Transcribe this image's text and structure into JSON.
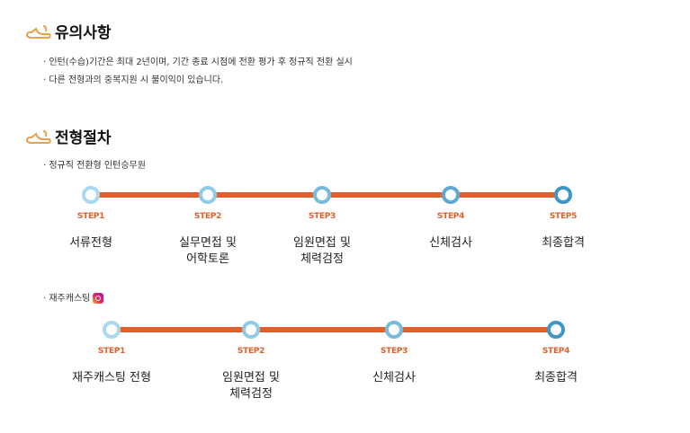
{
  "notice": {
    "title": "유의사항",
    "items": [
      "인턴(수습)기간은 최대 2년이며, 기간 종료 시점에 전환 평가 후 정규직 전환 실시",
      "다른 전형과의 중복지원 시 불이익이 있습니다."
    ]
  },
  "process": {
    "title": "전형절차",
    "track1": {
      "label": "정규직 전환형 인턴승무원",
      "steps": [
        {
          "step": "STEP1",
          "name": "서류전형"
        },
        {
          "step": "STEP2",
          "name": "실무면접 및",
          "name2": "어학토론"
        },
        {
          "step": "STEP3",
          "name": "임원면접 및",
          "name2": "체력검정"
        },
        {
          "step": "STEP4",
          "name": "신체검사"
        },
        {
          "step": "STEP5",
          "name": "최종합격"
        }
      ]
    },
    "track2": {
      "label": "재주캐스팅",
      "icon": "instagram-icon",
      "steps": [
        {
          "step": "STEP1",
          "name": "재주캐스팅 전형"
        },
        {
          "step": "STEP2",
          "name": "임원면접 및",
          "name2": "체력검정"
        },
        {
          "step": "STEP3",
          "name": "신체검사"
        },
        {
          "step": "STEP4",
          "name": "최종합격"
        }
      ]
    }
  },
  "colors": {
    "accent": "#e2602c",
    "icon": "#e8a24a",
    "dots": [
      "#a8d9ee",
      "#8ecbe4",
      "#78bbdc",
      "#5ea9d2",
      "#3f96c6"
    ]
  }
}
